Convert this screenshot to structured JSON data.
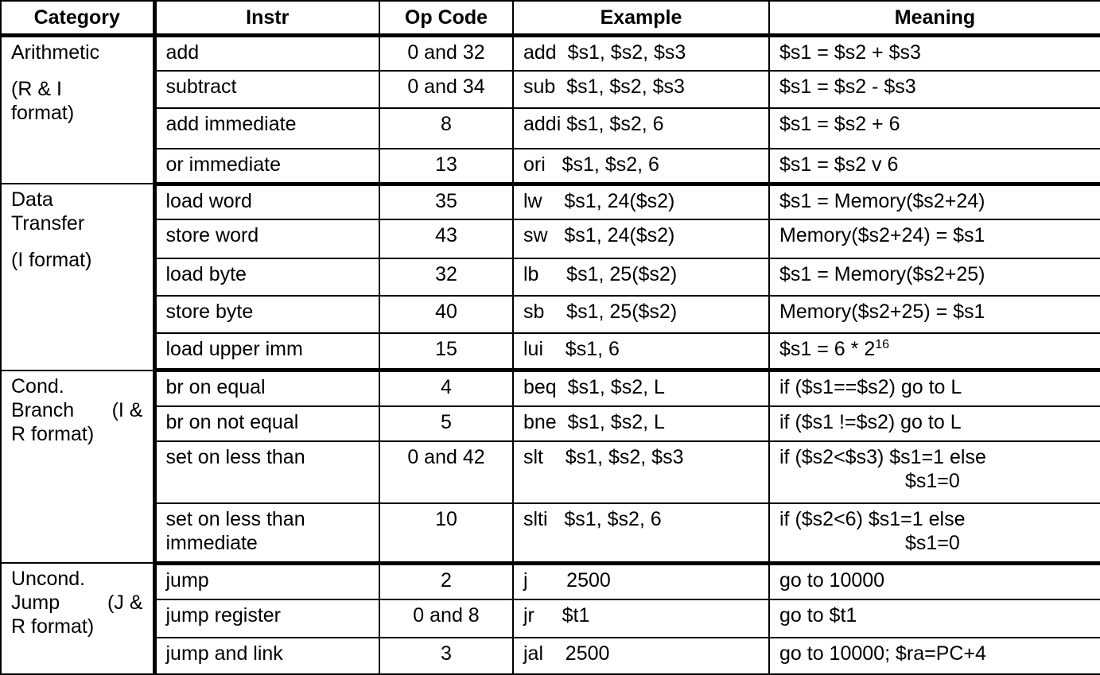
{
  "headers": {
    "category": "Category",
    "instr": "Instr",
    "opcode": "Op Code",
    "example": "Example",
    "meaning": "Meaning"
  },
  "categories": {
    "arithmetic": {
      "line1": "Arithmetic",
      "line2": "(R & I",
      "line3": "format)"
    },
    "data_transfer": {
      "line1": "Data",
      "line2": "Transfer",
      "line3": "(I format)"
    },
    "cond_branch": {
      "line1": "Cond.",
      "line2a": "Branch",
      "line2b": "(I &",
      "line3": "R format)"
    },
    "uncond_jump": {
      "line1": "Uncond.",
      "line2a": "Jump",
      "line2b": "(J &",
      "line3": "R format)"
    }
  },
  "rows": [
    {
      "instr": "add",
      "opcode": "0 and 32",
      "example": "add  $s1, $s2, $s3",
      "meaning": "$s1 = $s2 + $s3"
    },
    {
      "instr": "subtract",
      "opcode": "0 and 34",
      "example": "sub  $s1, $s2, $s3",
      "meaning": "$s1 = $s2 - $s3"
    },
    {
      "instr": "add immediate",
      "opcode": "8",
      "example": "addi $s1, $s2, 6",
      "meaning": "$s1 = $s2 + 6"
    },
    {
      "instr": "or immediate",
      "opcode": "13",
      "example": "ori   $s1, $s2, 6",
      "meaning": "$s1 = $s2 v 6"
    },
    {
      "instr": "load word",
      "opcode": "35",
      "example": "lw    $s1, 24($s2)",
      "meaning": "$s1 = Memory($s2+24)"
    },
    {
      "instr": "store word",
      "opcode": "43",
      "example": "sw   $s1, 24($s2)",
      "meaning": "Memory($s2+24) = $s1"
    },
    {
      "instr": "load byte",
      "opcode": "32",
      "example": "lb     $s1, 25($s2)",
      "meaning": "$s1 = Memory($s2+25)"
    },
    {
      "instr": "store byte",
      "opcode": "40",
      "example": "sb    $s1, 25($s2)",
      "meaning": "Memory($s2+25) = $s1"
    },
    {
      "instr": "load upper imm",
      "opcode": "15",
      "example": "lui    $s1, 6",
      "meaning": "$s1 = 6 * 2",
      "meaning_sup": "16"
    },
    {
      "instr": "br on equal",
      "opcode": "4",
      "example": "beq  $s1, $s2, L",
      "meaning": "if ($s1==$s2) go to L"
    },
    {
      "instr": "br on not equal",
      "opcode": "5",
      "example": "bne  $s1, $s2, L",
      "meaning": "if ($s1 !=$s2) go to L"
    },
    {
      "instr": "set on less than",
      "opcode": "0 and 42",
      "example": "slt    $s1, $s2, $s3",
      "meaning": "if ($s2<$s3) $s1=1 else",
      "meaning2": "$s1=0"
    },
    {
      "instr": "set on less than",
      "instr2": "immediate",
      "opcode": "10",
      "example": "slti   $s1, $s2, 6",
      "meaning": "if ($s2<6) $s1=1 else",
      "meaning2": "$s1=0"
    },
    {
      "instr": "jump",
      "opcode": "2",
      "example": "j       2500",
      "meaning": "go to 10000"
    },
    {
      "instr": "jump register",
      "opcode": "0 and 8",
      "example": "jr     $t1",
      "meaning": "go to $t1"
    },
    {
      "instr": "jump and link",
      "opcode": "3",
      "example": "jal    2500",
      "meaning": "go to 10000; $ra=PC+4"
    }
  ]
}
